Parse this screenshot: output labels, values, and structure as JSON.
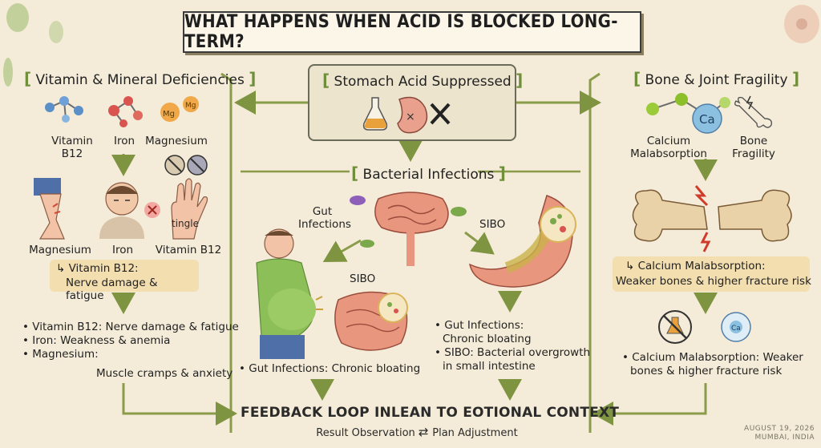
{
  "title": "WHAT HAPPENS WHEN ACID IS BLOCKED LONG-TERM?",
  "center": {
    "title": "Stomach Acid Suppressed",
    "bacterial_title": "Bacterial Infections"
  },
  "left": {
    "title": "Vitamin & Mineral Deficiencies",
    "molecules": [
      "Vitamin B12",
      "Iron",
      "Magnesium"
    ],
    "mg_label": "Mg",
    "symptoms": [
      "Magnesium",
      "Iron",
      "Vitamin B12"
    ],
    "tingle": "tingle",
    "highlight": [
      "Vitamin B12:",
      "Nerve damage & fatigue"
    ],
    "list": [
      "• Vitamin B12: Nerve damage & fatigue",
      "• Iron: Weakness & anemia",
      "• Magnesium:"
    ],
    "list_tail": "Muscle cramps & anxiety"
  },
  "middle": {
    "gut_infections": [
      "Gut",
      "Infections"
    ],
    "sibo_top": "SIBO",
    "sibo_mid": "SIBO",
    "bloating": "• Gut Infections: Chronic bloating",
    "list": [
      "• Gut Infections:",
      "Chronic bloating",
      "• SIBO: Bacterial overgrowth",
      "in small intestine"
    ]
  },
  "right": {
    "title": "Bone & Joint Fragility",
    "ca_label": "Ca",
    "ca_small": "Ca",
    "calcium_label": [
      "Calcium",
      "Malabsorption"
    ],
    "bone_label": [
      "Bone",
      "Fragility"
    ],
    "highlight": [
      "Calcium Malabsorption:",
      "Weaker bones & higher fracture risk"
    ],
    "list": [
      "• Calcium Malabsorption: Weaker",
      "bones & higher fracture risk"
    ]
  },
  "footer": {
    "feedback": "FEEDBACK LOOP INLEAN TO EOTIONAL CONTEXT",
    "observation": "Result Observation",
    "adjustment": "Plan Adjustment",
    "date": "AUGUST 19, 2026",
    "location": "MUMBAI, INDIA"
  },
  "colors": {
    "background": "#f4ecd8",
    "arrow_green": "#8a9b4a",
    "bracket_green": "#6f8f3a",
    "highlight": "#f3deb0"
  }
}
